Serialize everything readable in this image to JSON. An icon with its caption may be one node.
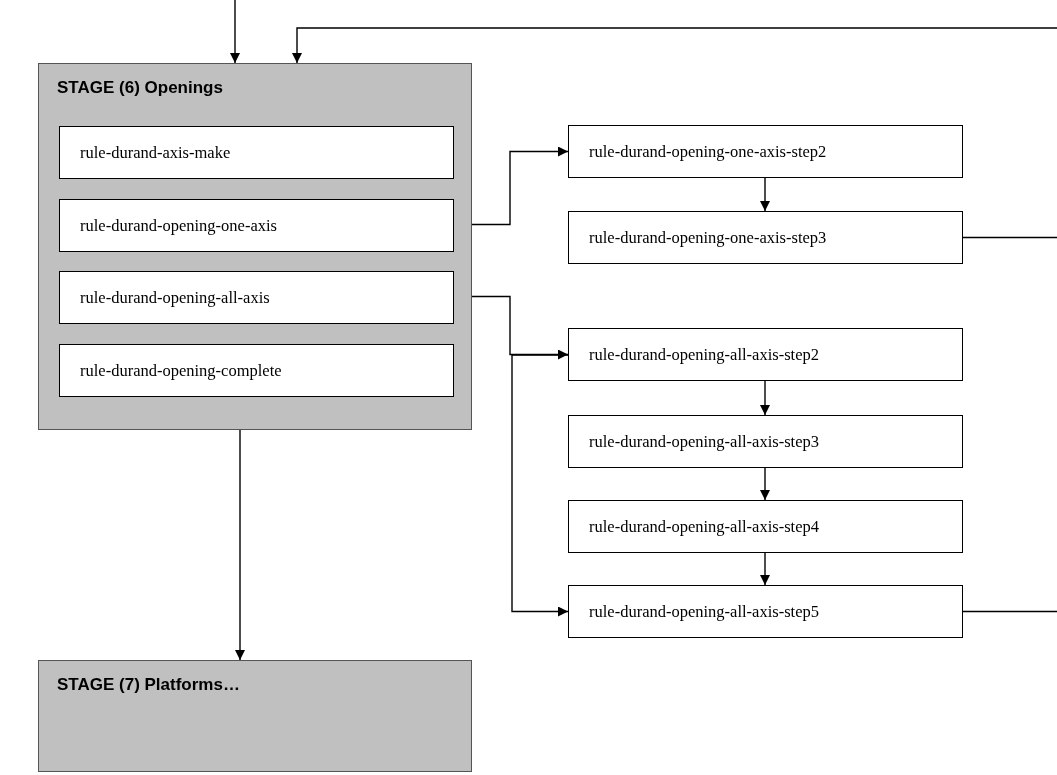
{
  "diagram": {
    "nodes": [
      {
        "text": [
          "STAGE (6) Openings"
        ]
      },
      {
        "text": [
          "rule-durand-axis-make"
        ],
        "in": 0
      },
      {
        "text": [
          "rule-durand-opening-one-axis"
        ],
        "in": 0
      },
      {
        "text": [
          "rule-durand-opening-all-axis"
        ],
        "in": 0
      },
      {
        "text": [
          "rule-durand-opening-complete"
        ],
        "in": 0
      },
      {
        "text": [
          "rule-durand-opening-one-axis-step2"
        ]
      },
      {
        "text": [
          "rule-durand-opening-one-axis-step3"
        ]
      },
      {
        "text": [
          "rule-durand-opening-all-axis-step2"
        ]
      },
      {
        "text": [
          "rule-durand-opening-all-axis-step3"
        ]
      },
      {
        "text": [
          "rule-durand-opening-all-axis-step4"
        ]
      },
      {
        "text": [
          "rule-durand-opening-all-axis-step5"
        ]
      },
      {
        "text": [
          "STAGE (7) Platforms…"
        ]
      }
    ],
    "edges": [
      {
        "from": null,
        "to": 0,
        "arrow": "to"
      },
      {
        "from": null,
        "to": 0,
        "arrow": "to"
      },
      {
        "from": 2,
        "to": 5,
        "arrow": "to"
      },
      {
        "from": 3,
        "to": 7,
        "arrow": "to"
      },
      {
        "from": 5,
        "to": 6,
        "arrow": "to"
      },
      {
        "from": 7,
        "to": 8,
        "arrow": "to"
      },
      {
        "from": 8,
        "to": 9,
        "arrow": "to"
      },
      {
        "from": 9,
        "to": 10,
        "arrow": "to"
      },
      {
        "from": 7,
        "to": 10,
        "arrow": "to"
      },
      {
        "from": 0,
        "to": 11,
        "arrow": "to"
      },
      {
        "from": 6,
        "to": null,
        "arrow": "none"
      },
      {
        "from": 10,
        "to": null,
        "arrow": "none"
      }
    ]
  }
}
